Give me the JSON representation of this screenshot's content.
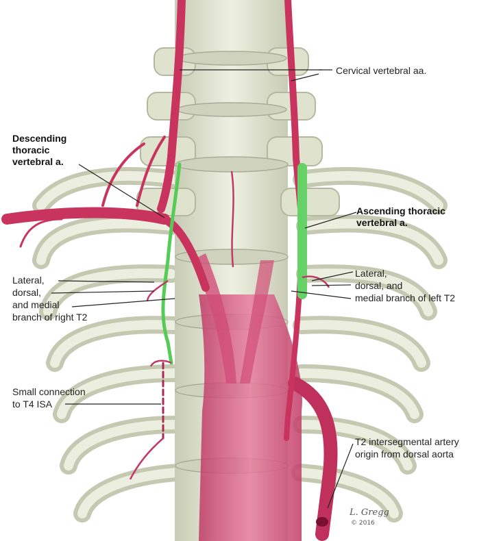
{
  "labels": {
    "cervical": "Cervical vertebral aa.",
    "descending": [
      "Descending",
      "thoracic",
      "vertebral a."
    ],
    "ascending": [
      "Ascending thoracic",
      "vertebral a."
    ],
    "lateral_right": [
      "Lateral,",
      "dorsal,",
      "and medial",
      "branch of right T2"
    ],
    "lateral_left": [
      "Lateral,",
      "dorsal, and",
      "medial branch of left T2"
    ],
    "small_connection": [
      "Small connection",
      "to T4 ISA"
    ],
    "t2_origin": [
      "T2 intersegmental artery",
      "origin from dorsal aorta"
    ]
  },
  "signature": {
    "name": "L. Gregg",
    "year": "© 2016"
  },
  "colors": {
    "bone": "#e6e8d6",
    "bone_shadow": "#b9bda6",
    "artery": "#c8345e",
    "aorta": "#d9557f",
    "connection_green": "#55cc55"
  }
}
